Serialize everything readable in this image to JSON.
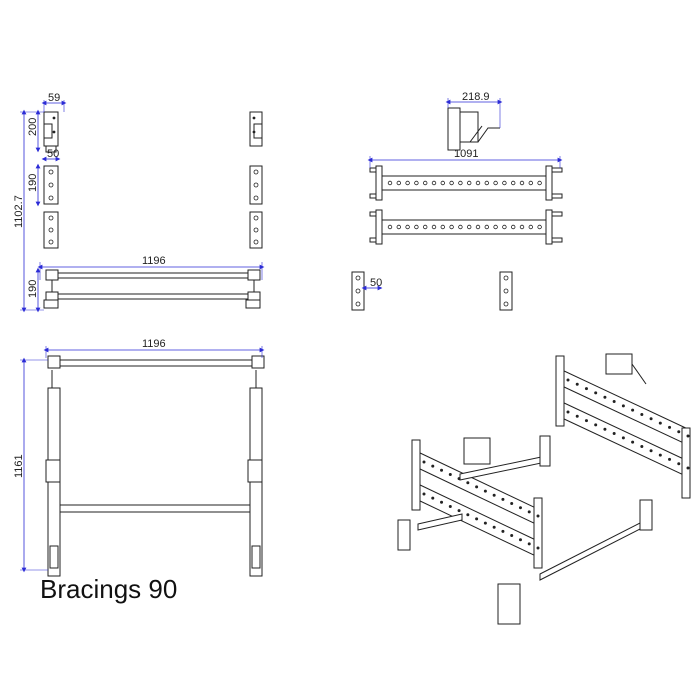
{
  "title": "Bracings 90",
  "dimensions": {
    "d59": "59",
    "d200": "200",
    "d50a": "50",
    "d190a": "190",
    "d1102": "1102.7",
    "d1196a": "1196",
    "d190b": "190",
    "d218": "218.9",
    "d1091": "1091",
    "d50b": "50",
    "d1196b": "1196",
    "d1161": "1161"
  },
  "colors": {
    "dimension": "#2b2bd6",
    "line": "#222222"
  }
}
